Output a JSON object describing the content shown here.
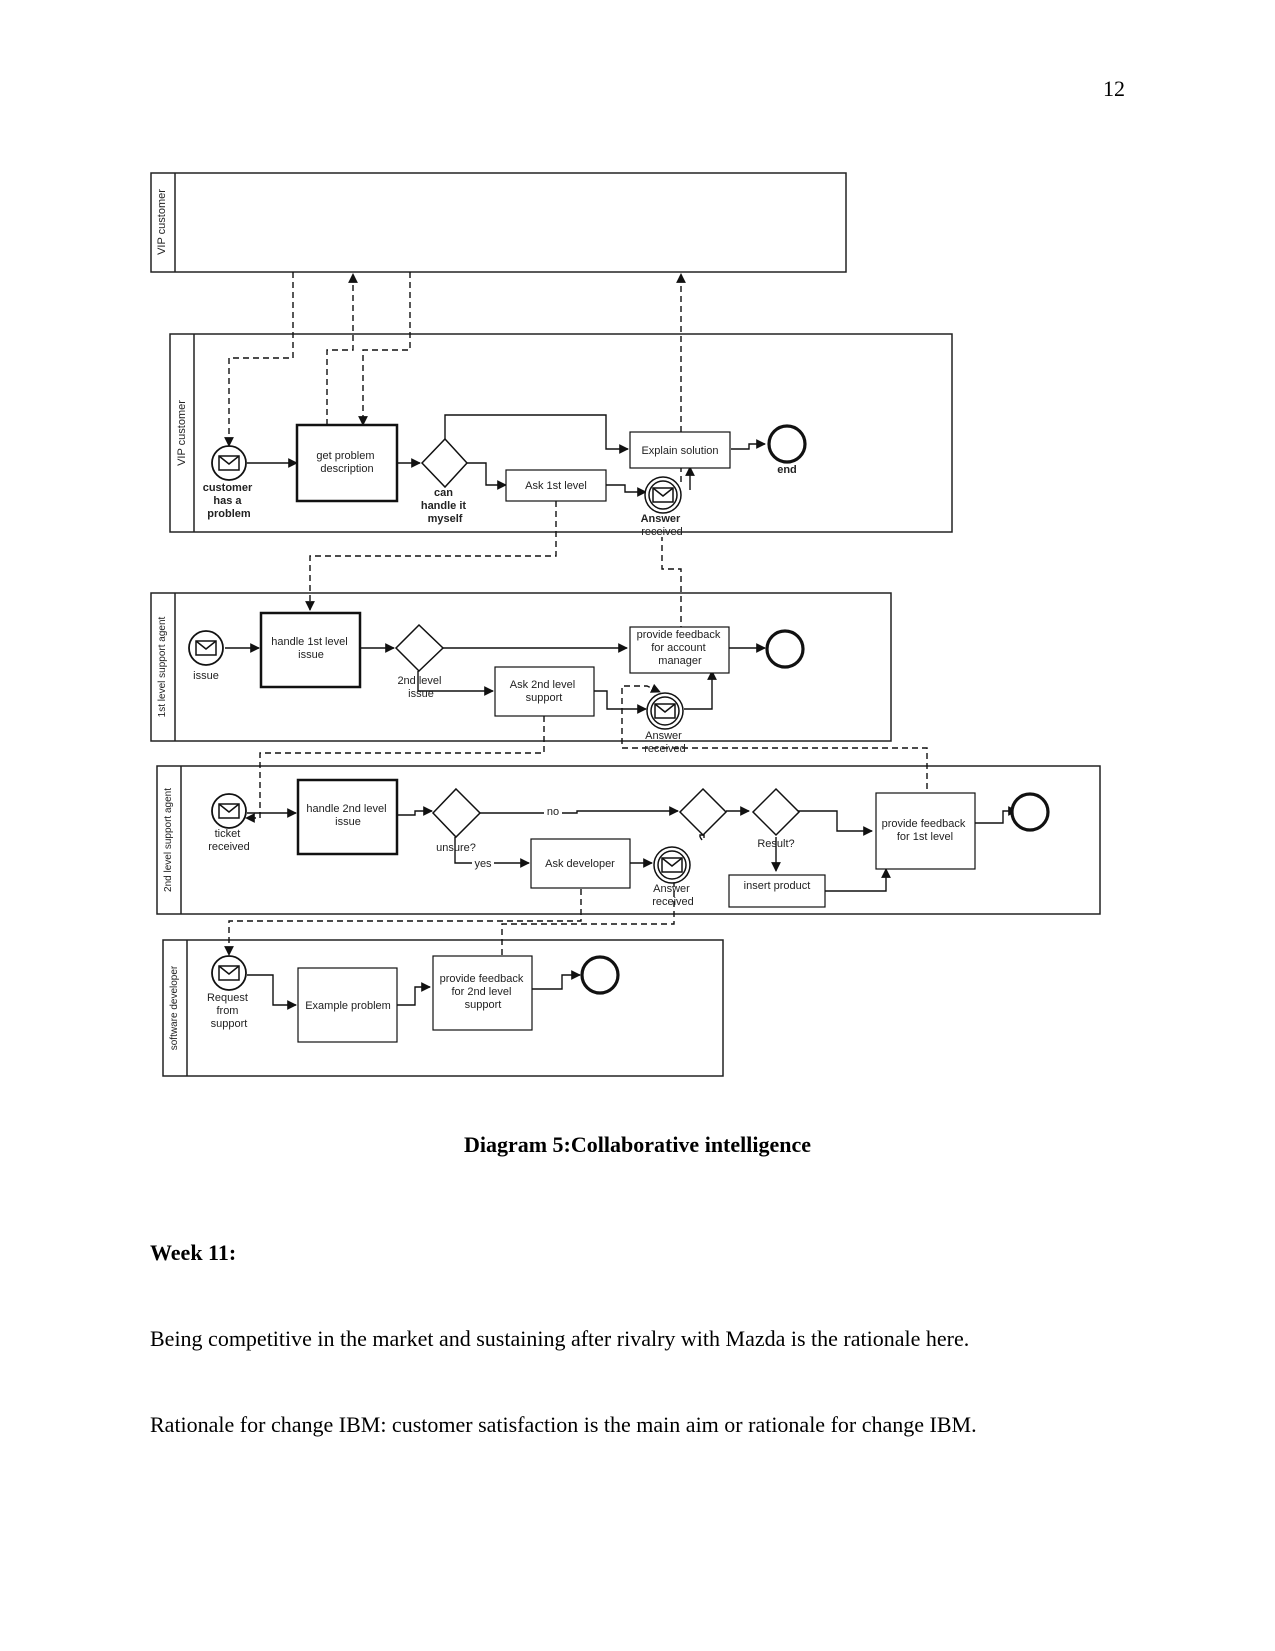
{
  "page": {
    "number": "12"
  },
  "diagram": {
    "lanes": {
      "vip_pool": "VIP customer",
      "vip": "VIP customer",
      "first_level": "1st level support agent",
      "second_level": "2nd level support agent",
      "developer": "software developer"
    },
    "nodes": {
      "customer_has_problem": [
        "customer",
        "has a",
        "problem"
      ],
      "get_problem_description": [
        "get problem",
        "description"
      ],
      "can_handle_it_myself": [
        "can",
        "handle it",
        "myself"
      ],
      "ask_1st_level": [
        "Ask 1st level"
      ],
      "explain_solution": [
        "Explain solution"
      ],
      "vip_answer_received": [
        "Answer",
        "received"
      ],
      "end": [
        "end"
      ],
      "issue": [
        "issue"
      ],
      "handle_1st_level_issue": [
        "handle 1st level",
        "issue"
      ],
      "second_level_issue": [
        "2nd level",
        "issue"
      ],
      "ask_2nd_level_support": [
        "Ask 2nd level",
        "support"
      ],
      "provide_feedback_account_manager": [
        "provide feedback",
        "for account",
        "manager"
      ],
      "first_answer_received": [
        "Answer",
        "received"
      ],
      "ticket_received": [
        "ticket",
        "received"
      ],
      "handle_2nd_level_issue": [
        "handle 2nd level",
        "issue"
      ],
      "unsure": [
        "unsure?"
      ],
      "no": [
        "no"
      ],
      "yes": [
        "yes"
      ],
      "ask_developer": [
        "Ask developer"
      ],
      "second_answer_received": [
        "Answer",
        "received"
      ],
      "result": [
        "Result?"
      ],
      "insert_product": [
        "insert product"
      ],
      "provide_feedback_1st_level": [
        "provide feedback",
        "for 1st level"
      ],
      "request_from_support": [
        "Request",
        "from",
        "support"
      ],
      "example_problem": [
        "Example problem"
      ],
      "provide_feedback_2nd_level": [
        "provide feedback",
        "for 2nd level",
        "support"
      ]
    }
  },
  "caption": "Diagram 5:Collaborative intelligence",
  "week_heading": "Week 11:",
  "paragraphs": [
    "Being competitive in the market and sustaining after rivalry with Mazda is the rationale here.",
    "Rationale for change IBM: customer satisfaction is the main aim or rationale for change IBM."
  ]
}
